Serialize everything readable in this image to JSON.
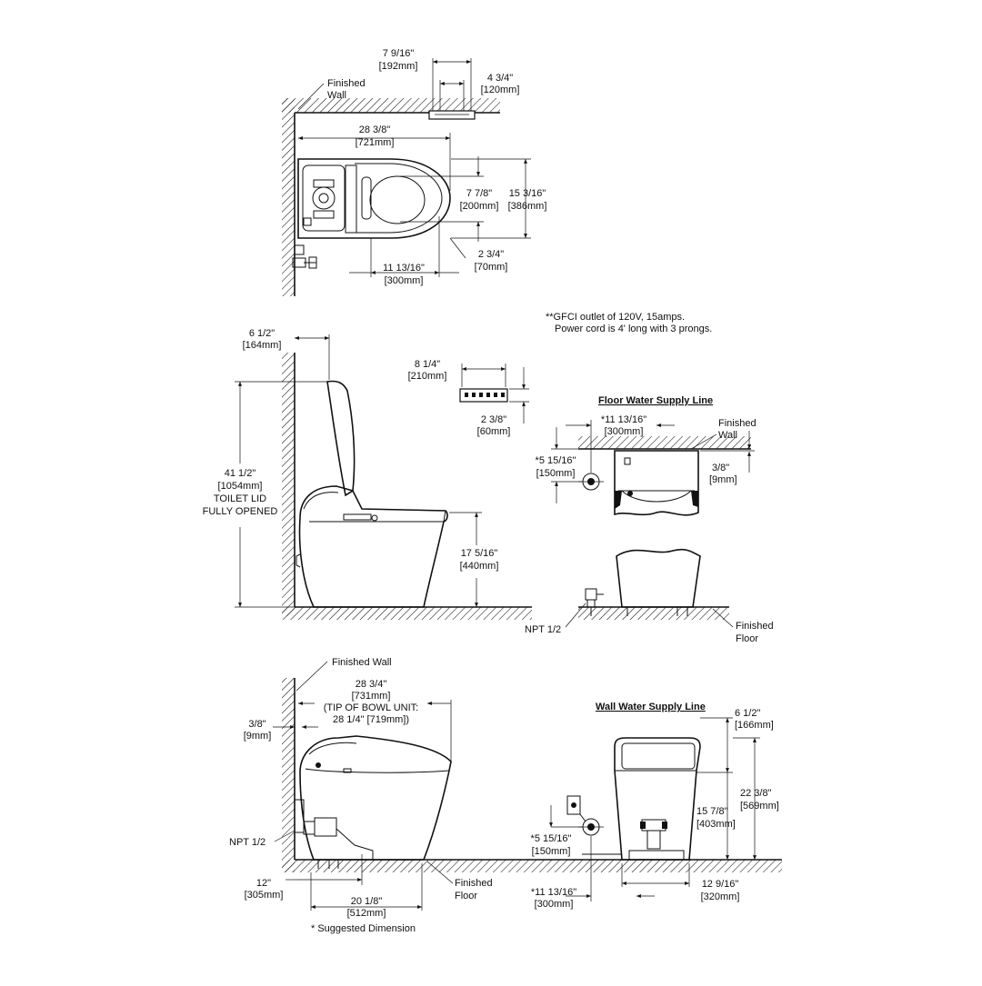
{
  "top_view": {
    "dim_192": [
      "7 9/16\"",
      "[192mm]"
    ],
    "dim_120": [
      "4 3/4\"",
      "[120mm]"
    ],
    "finished_wall": [
      "Finished",
      "Wall"
    ],
    "dim_721": [
      "28 3/8\"",
      "[721mm]"
    ],
    "dim_200": [
      "7 7/8\"",
      "[200mm]"
    ],
    "dim_386": [
      "15 3/16\"",
      "[386mm]"
    ],
    "dim_70": [
      "2 3/4\"",
      "[70mm]"
    ],
    "dim_300": [
      "11 13/16\"",
      "[300mm]"
    ]
  },
  "notes": {
    "gfci": [
      "**GFCI outlet of 120V, 15amps.",
      "Power cord is 4' long with 3 prongs."
    ]
  },
  "side_view": {
    "dim_164": [
      "6 1/2\"",
      "[164mm]"
    ],
    "dim_1054": [
      "41 1/2\"",
      "[1054mm]",
      "TOILET LID",
      "FULLY OPENED"
    ],
    "dim_440": [
      "17 5/16\"",
      "[440mm]"
    ]
  },
  "remote": {
    "dim_210": [
      "8 1/4\"",
      "[210mm]"
    ],
    "dim_60": [
      "2 3/8\"",
      "[60mm]"
    ]
  },
  "floor_supply": {
    "title": "Floor Water Supply Line",
    "dim_300": [
      "*11 13/16\"",
      "[300mm]"
    ],
    "finished_wall": [
      "Finished",
      "Wall"
    ],
    "dim_150": [
      "*5 15/16\"",
      "[150mm]"
    ],
    "dim_9": [
      "3/8\"",
      "[9mm]"
    ],
    "npt": "NPT 1/2",
    "finished_floor": [
      "Finished",
      "Floor"
    ]
  },
  "bottom_side": {
    "finished_wall": "Finished Wall",
    "dim_731": [
      "28 3/4\"",
      "[731mm]",
      "(TIP OF BOWL UNIT:",
      "28 1/4\" [719mm])"
    ],
    "dim_9": [
      "3/8\"",
      "[9mm]"
    ],
    "npt": "NPT 1/2",
    "dim_305": [
      "12\"",
      "[305mm]"
    ],
    "dim_512": [
      "20 1/8\"",
      "[512mm]"
    ],
    "finished_floor": [
      "Finished",
      "Floor"
    ],
    "suggested": "* Suggested Dimension"
  },
  "wall_supply": {
    "title": "Wall Water Supply Line",
    "dim_166": [
      "6 1/2\"",
      "[166mm]"
    ],
    "dim_569": [
      "22 3/8\"",
      "[569mm]"
    ],
    "dim_403": [
      "15 7/8\"",
      "[403mm]"
    ],
    "dim_150": [
      "*5 15/16\"",
      "[150mm]"
    ],
    "dim_300": [
      "*11 13/16\"",
      "[300mm]"
    ],
    "dim_320": [
      "12 9/16\"",
      "[320mm]"
    ]
  }
}
